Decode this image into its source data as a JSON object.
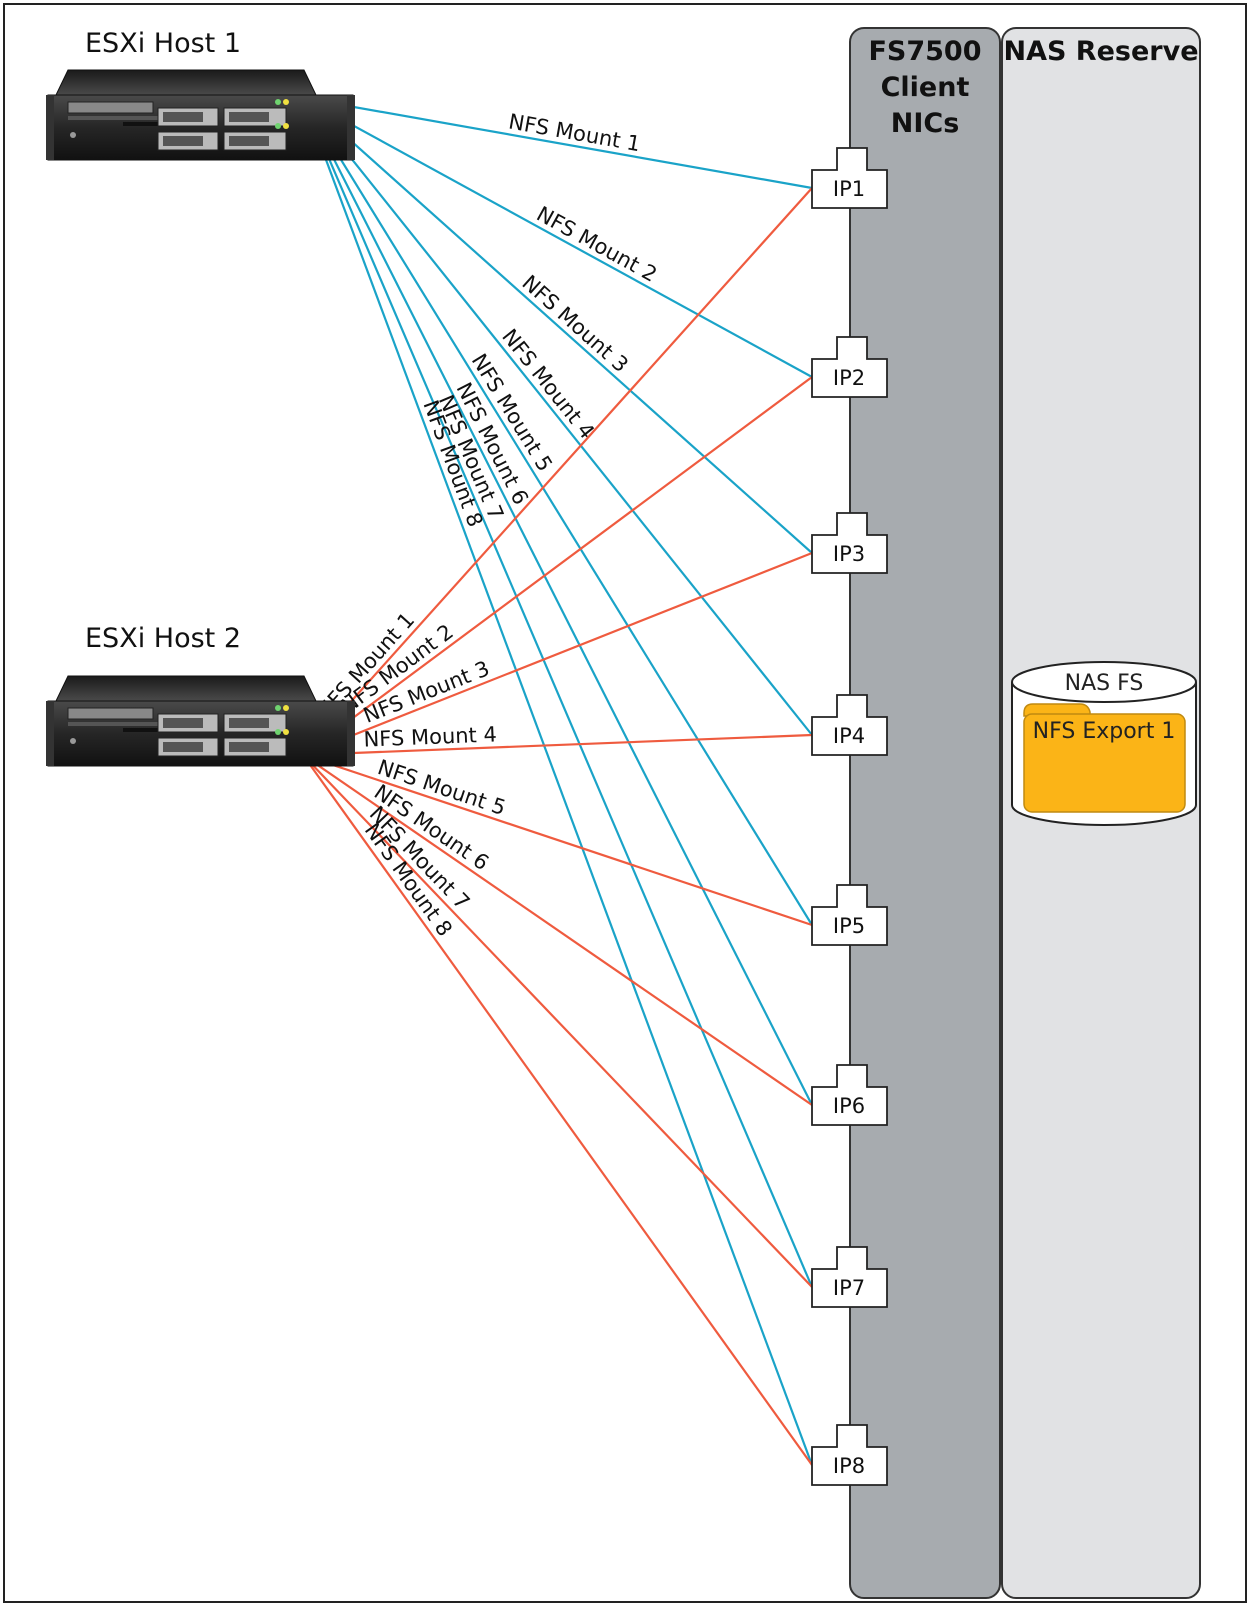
{
  "diagram": {
    "hosts": [
      {
        "label": "ESXi Host 1",
        "line_color": "#1aa3c8"
      },
      {
        "label": "ESXi Host 2",
        "line_color": "#ef5b3f"
      }
    ],
    "client_nics_panel": {
      "title_lines": [
        "FS7500",
        "Client",
        "NICs"
      ]
    },
    "nas_reserve_panel": {
      "title": "NAS Reserve"
    },
    "ports": [
      "IP1",
      "IP2",
      "IP3",
      "IP4",
      "IP5",
      "IP6",
      "IP7",
      "IP8"
    ],
    "mounts": [
      "NFS Mount 1",
      "NFS Mount 2",
      "NFS Mount 3",
      "NFS Mount 4",
      "NFS Mount 5",
      "NFS Mount 6",
      "NFS Mount 7",
      "NFS Mount 8"
    ],
    "nas_fs": {
      "label": "NAS FS",
      "export_label": "NFS Export 1",
      "export_color": "#fbb417"
    },
    "colors": {
      "panel_dark": "#a7abaf",
      "panel_light": "#e1e2e4",
      "panel_border": "#333333"
    }
  }
}
